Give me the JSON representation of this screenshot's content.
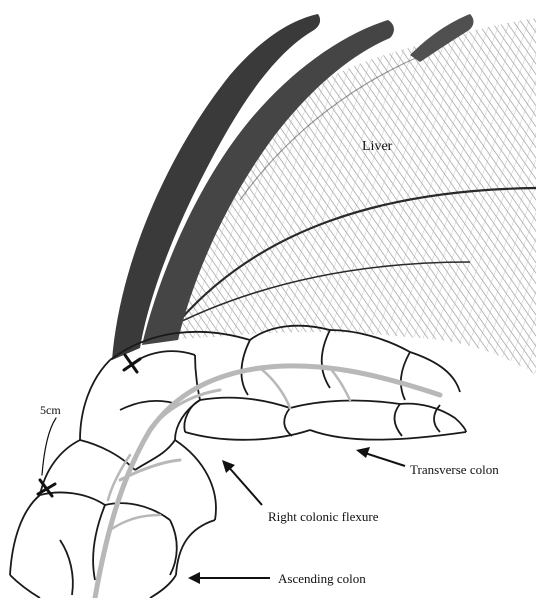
{
  "labels": {
    "liver": "Liver",
    "distance": "5cm",
    "transverse_colon": "Transverse colon",
    "right_colonic_flexure": "Right colonic flexure",
    "ascending_colon": "Ascending colon"
  },
  "colors": {
    "ink": "#1a1a1a",
    "ligament_band": "#3a3a3a",
    "liver_shading": "#9a9a9a",
    "mesentery_vessel": "#b8b8b8"
  }
}
